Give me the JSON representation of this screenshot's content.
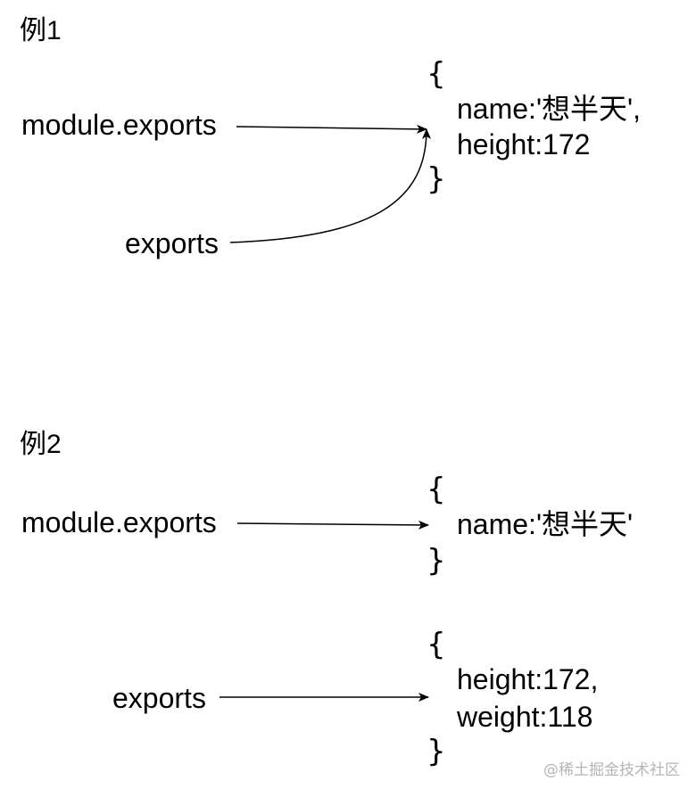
{
  "example1": {
    "heading": "例1",
    "source_top": "module.exports",
    "source_bottom": "exports",
    "object": {
      "open": "{",
      "lines": [
        "name:'想半天',",
        "height:172"
      ],
      "close": "}"
    }
  },
  "example2": {
    "heading": "例2",
    "object_a": {
      "source": "module.exports",
      "open": "{",
      "lines": [
        "name:'想半天'"
      ],
      "close": "}"
    },
    "object_b": {
      "source": "exports",
      "open": "{",
      "lines": [
        "height:172,",
        "weight:118"
      ],
      "close": "}"
    }
  },
  "watermark": "@稀土掘金技术社区",
  "colors": {
    "text": "#000000",
    "arrow": "#000000",
    "watermark": "#b5b5b5",
    "background": "#ffffff"
  }
}
